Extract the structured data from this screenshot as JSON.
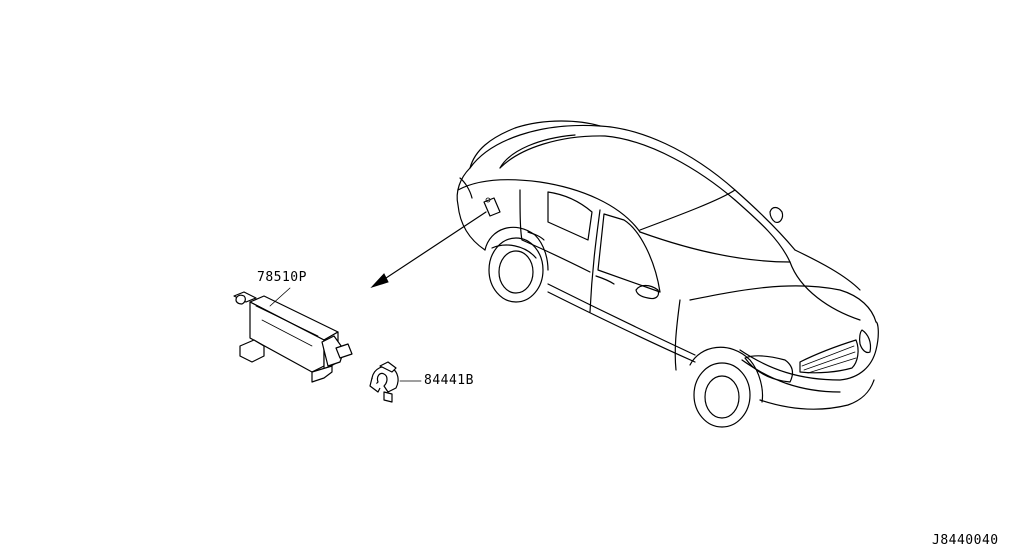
{
  "diagram": {
    "parts": [
      {
        "part_number": "78510P"
      },
      {
        "part_number": "84441B"
      }
    ],
    "diagram_code": "J8440040"
  }
}
